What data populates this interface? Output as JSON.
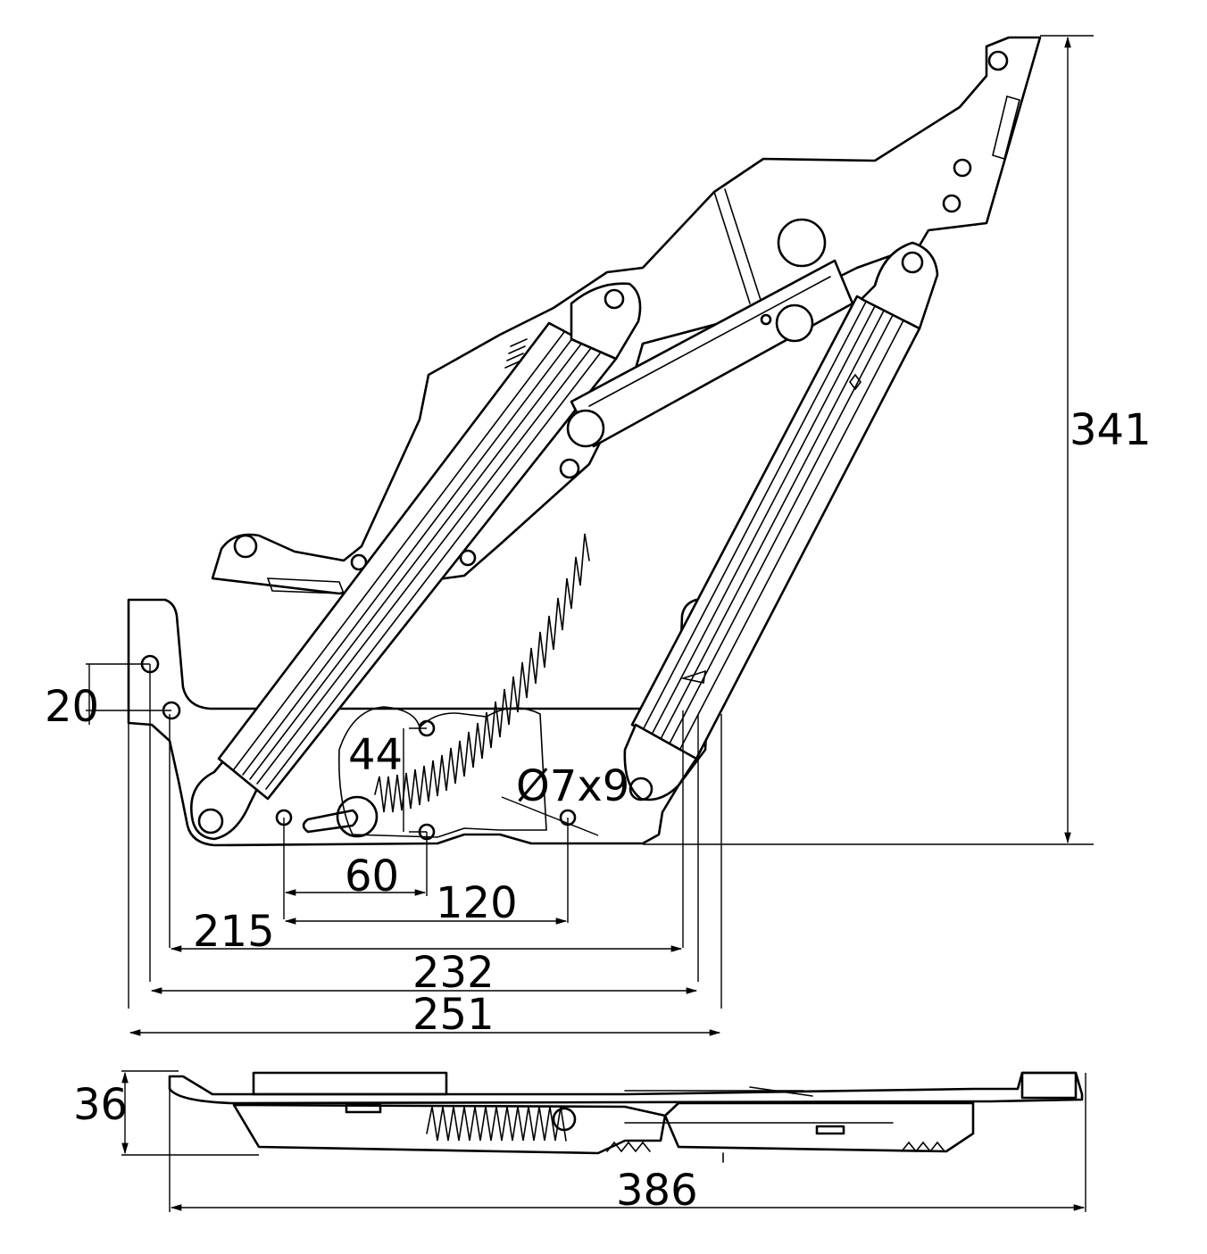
{
  "dimensions": {
    "height_total": "341",
    "hole_vertical_left": "20",
    "hole_vertical_center": "44",
    "hole_diameter": "Ø7x9",
    "spacing_small": "60",
    "spacing_medium": "120",
    "width_215": "215",
    "width_232": "232",
    "width_251": "251",
    "side_thickness": "36",
    "side_length": "386"
  },
  "colors": {
    "line": "#000000",
    "background": "#ffffff"
  }
}
